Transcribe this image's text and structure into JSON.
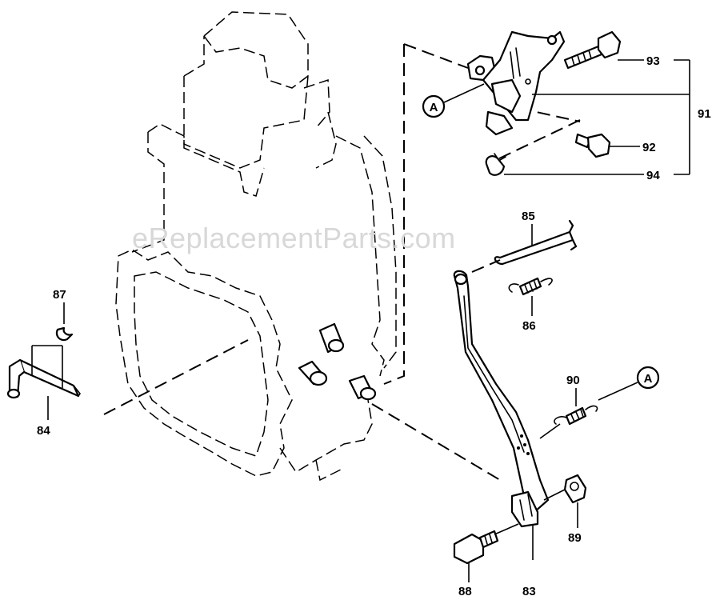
{
  "watermark": "eReplacementParts.com",
  "callouts": {
    "p83": "83",
    "p84": "84",
    "p85": "85",
    "p86": "86",
    "p87": "87",
    "p88": "88",
    "p89": "89",
    "p90": "90",
    "p91": "91",
    "p92": "92",
    "p93": "93",
    "p94": "94"
  },
  "refs": {
    "upper": "A",
    "lower": "A"
  }
}
